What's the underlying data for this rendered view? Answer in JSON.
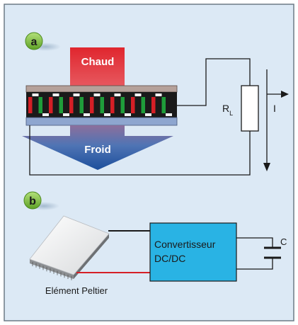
{
  "colors": {
    "panel_bg": "#dce9f5",
    "panel_border": "#6d7a86",
    "badge_green": "#8dc63f",
    "hot_red": "#e0262e",
    "cold_blue": "#2f5fa8",
    "peltier_red": "#d51f26",
    "peltier_green": "#1f9d3a",
    "top_plate": "#b5a19a",
    "bottom_plate": "#8ea6cf",
    "converter_fill": "#29b3e4",
    "wire": "#1a1a1a",
    "red_wire": "#d51f26"
  },
  "panel_a": {
    "badge": "a",
    "hot_label": "Chaud",
    "cold_label": "Froid",
    "resistor_label": "R",
    "resistor_subscript": "L",
    "current_label": "I"
  },
  "panel_b": {
    "badge": "b",
    "converter_line1": "Convertisseur",
    "converter_line2": "DC/DC",
    "capacitor_label": "C",
    "module_caption": "Elément Peltier"
  },
  "icons": [
    "badge-a-icon",
    "badge-b-icon",
    "current-arrow-icon",
    "capacitor-icon",
    "peltier-module-icon"
  ]
}
